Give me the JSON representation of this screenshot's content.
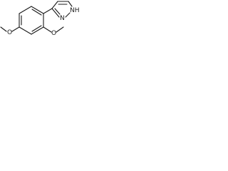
{
  "molecule": {
    "labels": {
      "nh": "NH",
      "n": "N",
      "o_left": "O",
      "o_right": "O"
    }
  }
}
